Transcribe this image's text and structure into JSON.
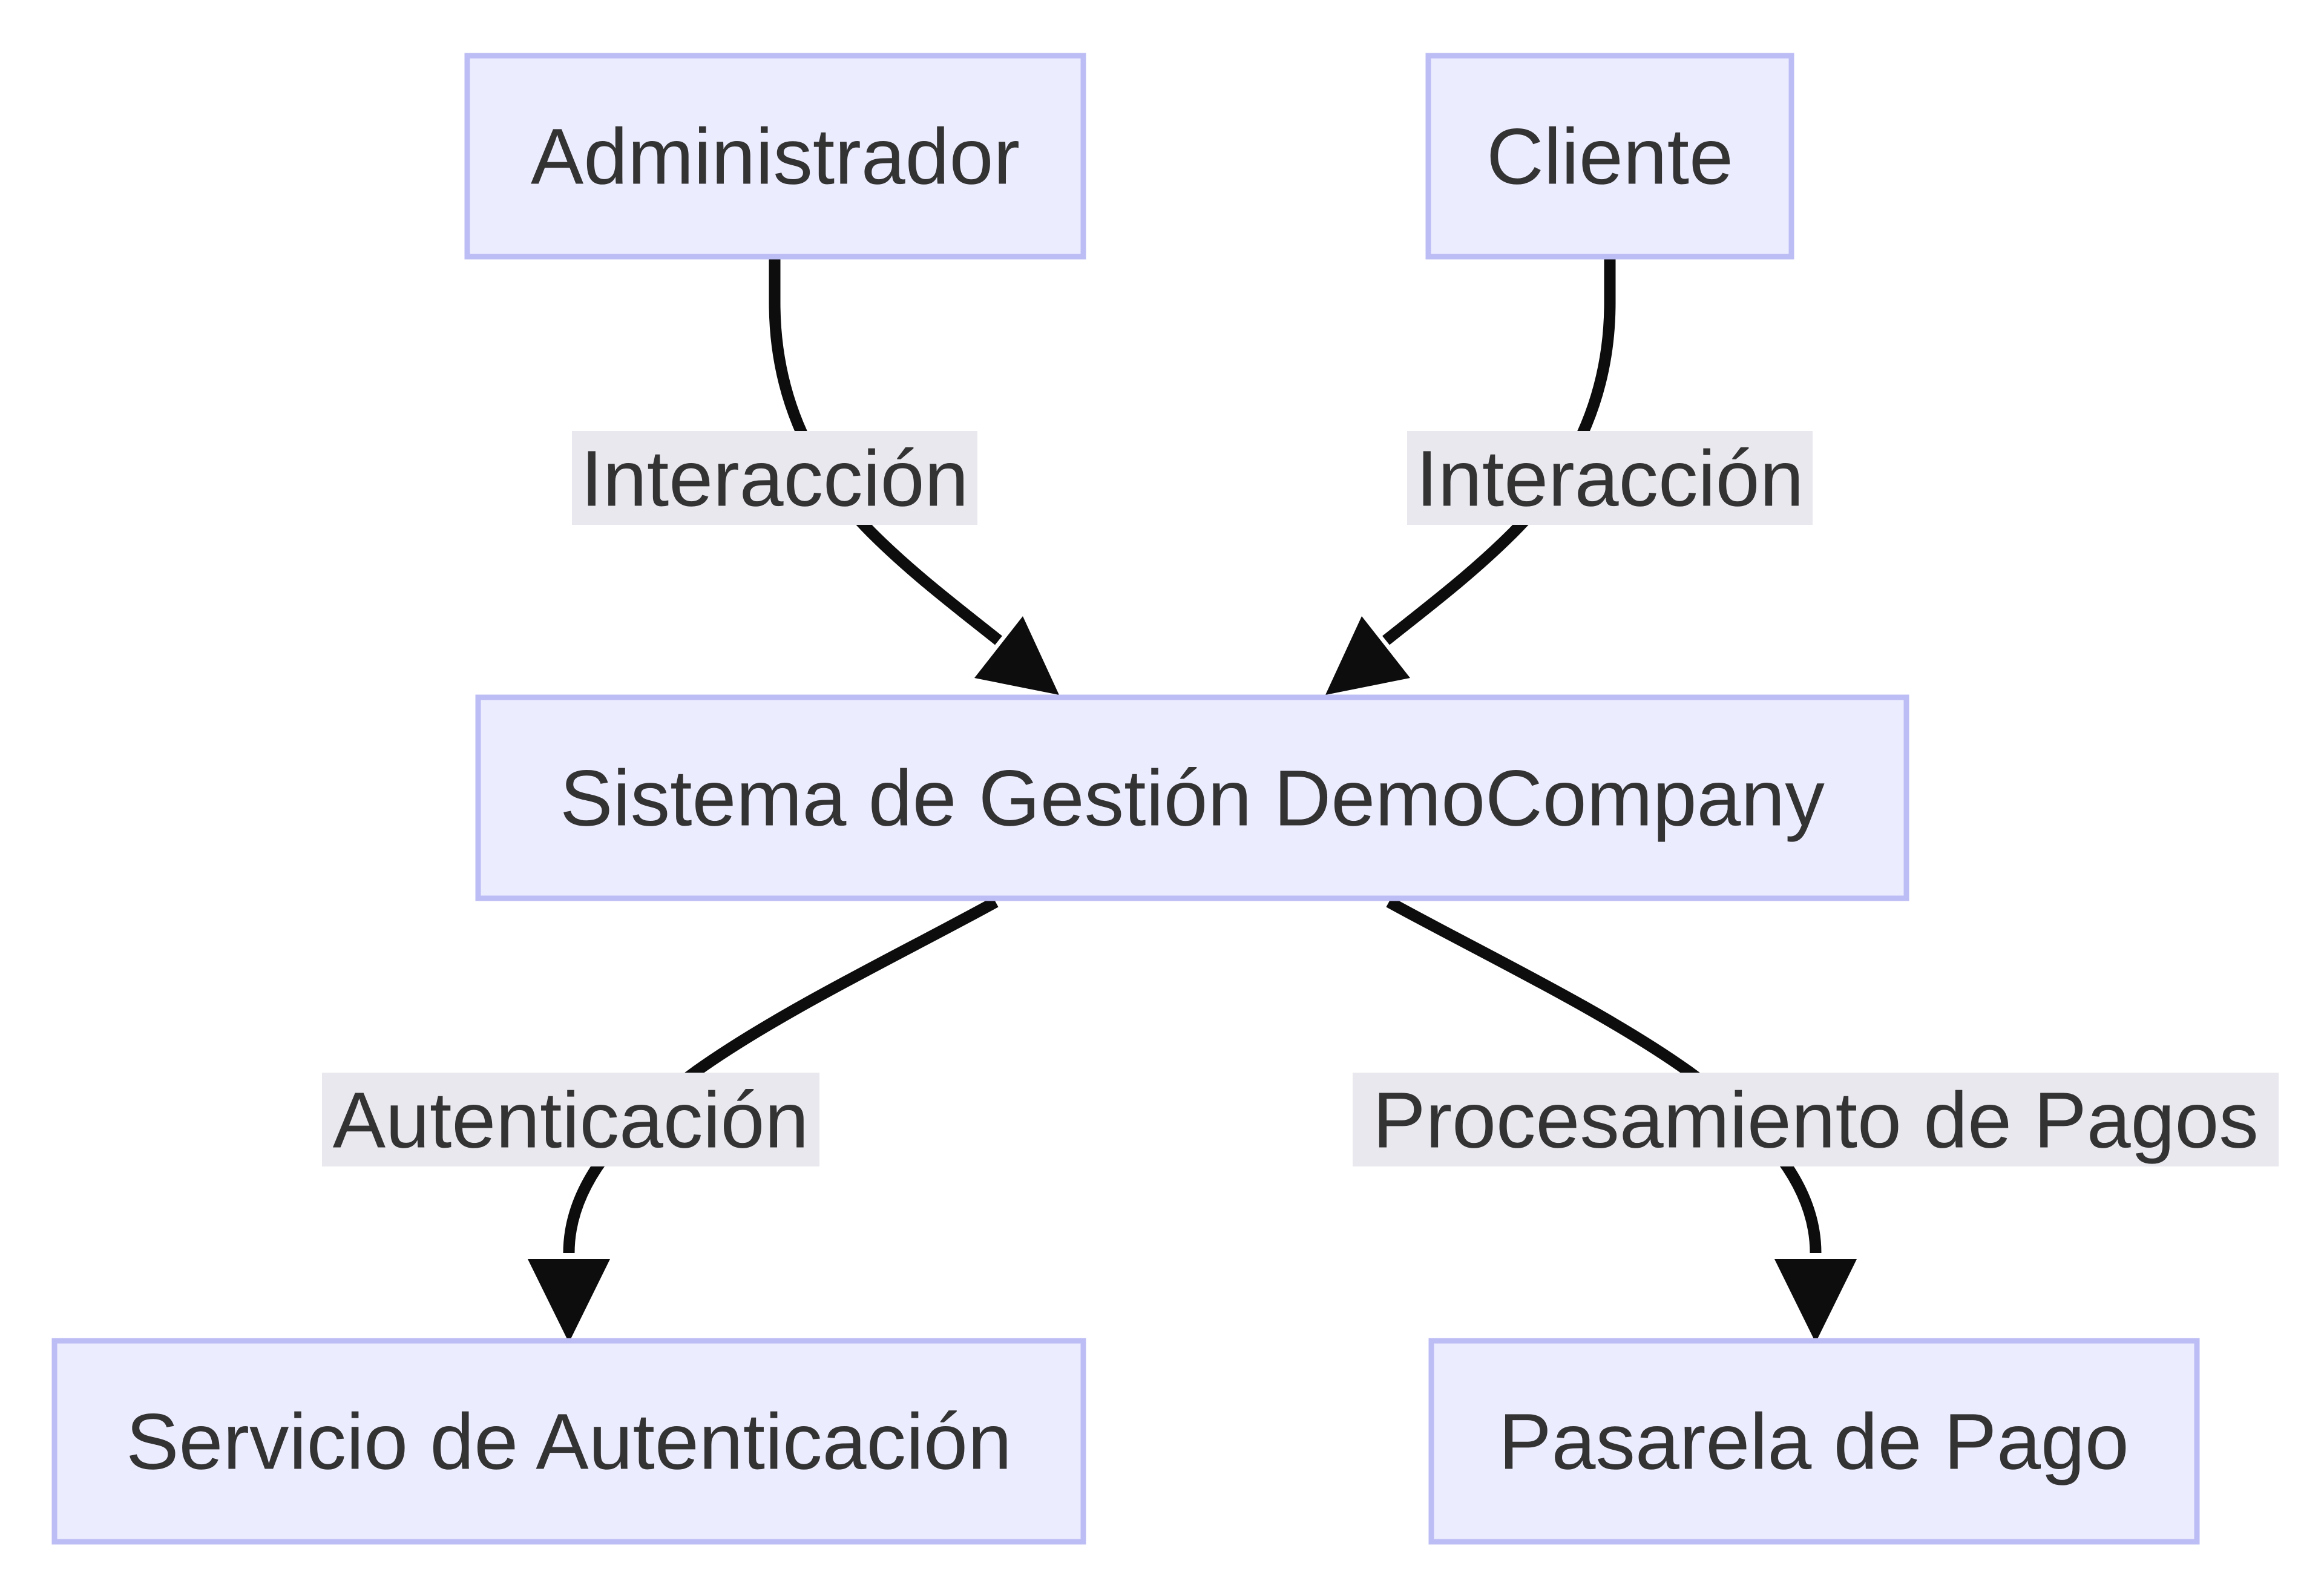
{
  "nodes": {
    "administrador": "Administrador",
    "cliente": "Cliente",
    "sistema": "Sistema de Gestión DemoCompany",
    "autenticacion": "Servicio de Autenticación",
    "pasarela": "Pasarela de Pago"
  },
  "edges": {
    "admin_to_sistema": "Interacción",
    "cliente_to_sistema": "Interacción",
    "sistema_to_auth": "Autenticación",
    "sistema_to_pago": "Procesamiento de Pagos"
  },
  "colors": {
    "node_fill": "#ECECFF",
    "node_stroke": "#BDBDF5",
    "edge": "#0d0d0d",
    "label_bg": "#E8E8EE",
    "text": "#333333"
  }
}
